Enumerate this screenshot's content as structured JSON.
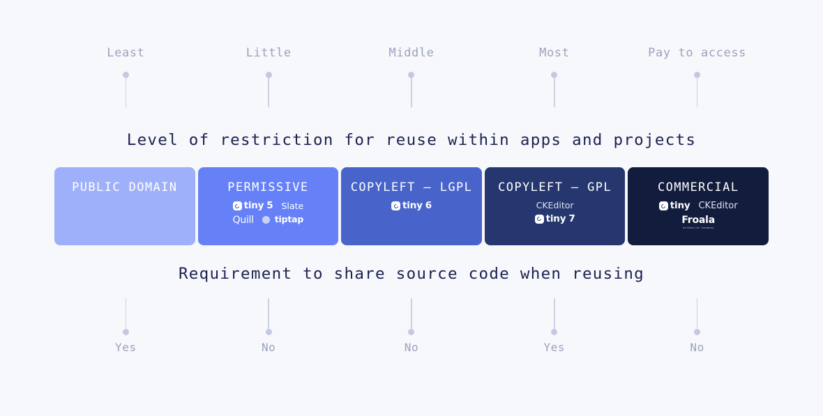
{
  "top_scale": {
    "labels": [
      "Least",
      "Little",
      "Middle",
      "Most",
      "Pay to access"
    ]
  },
  "headings": {
    "top": "Level of restriction for reuse within apps and projects",
    "bottom": "Requirement to share source code when reusing"
  },
  "cards": [
    {
      "title": "PUBLIC DOMAIN",
      "color": "#9fb0fb",
      "logo_lines": []
    },
    {
      "title": "PERMISSIVE",
      "color": "#6681f7",
      "logo_lines": [
        [
          {
            "type": "tiny",
            "name": "tiny5",
            "label": "tiny",
            "suffix": "5"
          },
          {
            "type": "text",
            "name": "slate",
            "label": "Slate",
            "style": "slate-word"
          }
        ],
        [
          {
            "type": "text",
            "name": "quill",
            "label": "Quill",
            "style": "quill-word"
          },
          {
            "type": "tiptap",
            "name": "tiptap",
            "label": "tiptap"
          }
        ]
      ]
    },
    {
      "title": "COPYLEFT — LGPL",
      "color": "#4864cb",
      "logo_lines": [
        [
          {
            "type": "tiny",
            "name": "tiny6",
            "label": "tiny",
            "suffix": "6"
          }
        ]
      ]
    },
    {
      "title": "COPYLEFT — GPL",
      "color": "#26376f",
      "logo_lines": [
        [
          {
            "type": "text",
            "name": "ckeditor",
            "label": "CKEditor",
            "style": "cke-word"
          }
        ],
        [
          {
            "type": "tiny",
            "name": "tiny7",
            "label": "tiny",
            "suffix": "7"
          }
        ]
      ]
    },
    {
      "title": "COMMERCIAL",
      "color": "#121c3d",
      "logo_lines": [
        [
          {
            "type": "tiny",
            "name": "tiny",
            "label": "tiny",
            "suffix": ""
          },
          {
            "type": "text",
            "name": "ckeditor",
            "label": "CKEditor",
            "style": "cke-word lg"
          }
        ],
        [
          {
            "type": "froala",
            "name": "froala",
            "label": "Froala",
            "sub": "An Idera, Inc. Company"
          }
        ]
      ]
    }
  ],
  "bottom_scale": {
    "labels": [
      "Yes",
      "No",
      "No",
      "Yes",
      "No"
    ]
  },
  "colors": {
    "background": "#f7f8fc",
    "heading_text": "#1b2150",
    "scale_text": "#9aa3bd",
    "marker": "#c3c9de"
  }
}
